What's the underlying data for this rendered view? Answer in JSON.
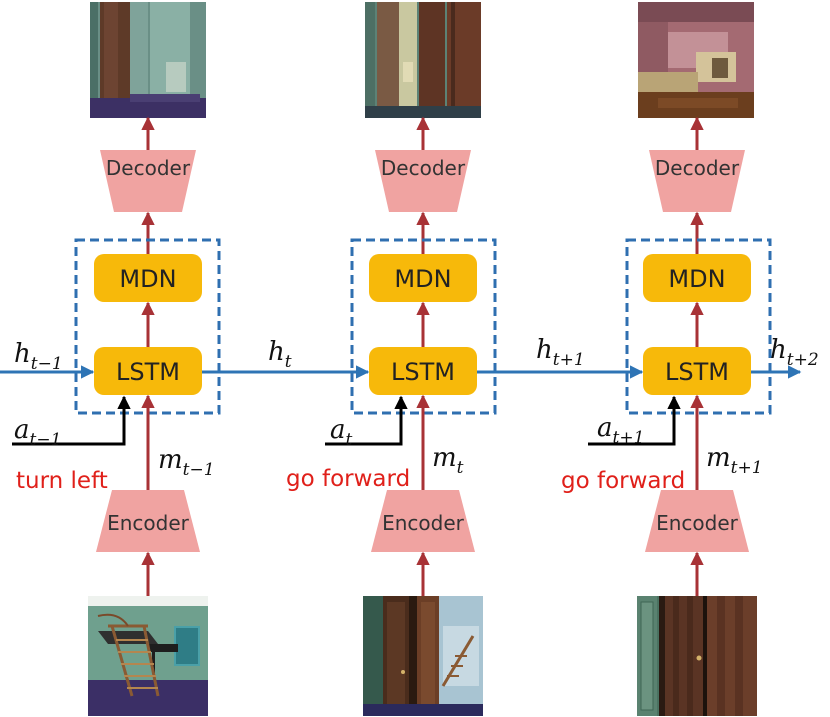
{
  "colors": {
    "box_fill": "#f7b90a",
    "trap_fill": "#f0a3a1",
    "dashed_border": "#2f6fb0",
    "red_arrow": "#a83236",
    "blue_arrow": "#2e74b5",
    "action_text": "#e0201a"
  },
  "steps": [
    {
      "decoder_label": "Decoder",
      "mdn_label": "MDN",
      "lstm_label": "LSTM",
      "encoder_label": "Encoder",
      "m_base": "m",
      "m_sub": "t−1",
      "a_base": "a",
      "a_sub": "t−1",
      "h_in_base": "h",
      "h_in_sub": "t−1",
      "action": "turn left",
      "input_image": "room-with-staircase-and-piano",
      "output_image": "corridor-with-wooden-door"
    },
    {
      "decoder_label": "Decoder",
      "mdn_label": "MDN",
      "lstm_label": "LSTM",
      "encoder_label": "Encoder",
      "m_base": "m",
      "m_sub": "t",
      "a_base": "a",
      "a_sub": "t",
      "h_in_base": "h",
      "h_in_sub": "t",
      "action": "go forward",
      "input_image": "open-wooden-doors-view",
      "output_image": "doorway-blurry-view"
    },
    {
      "decoder_label": "Decoder",
      "mdn_label": "MDN",
      "lstm_label": "LSTM",
      "encoder_label": "Encoder",
      "m_base": "m",
      "m_sub": "t+1",
      "a_base": "a",
      "a_sub": "t+1",
      "h_in_base": "h",
      "h_in_sub": "t+1",
      "action": "go forward",
      "input_image": "closed-wooden-doors-close-up",
      "output_image": "room-with-fireplace"
    }
  ],
  "h_out_base": "h",
  "h_out_sub": "t+2"
}
